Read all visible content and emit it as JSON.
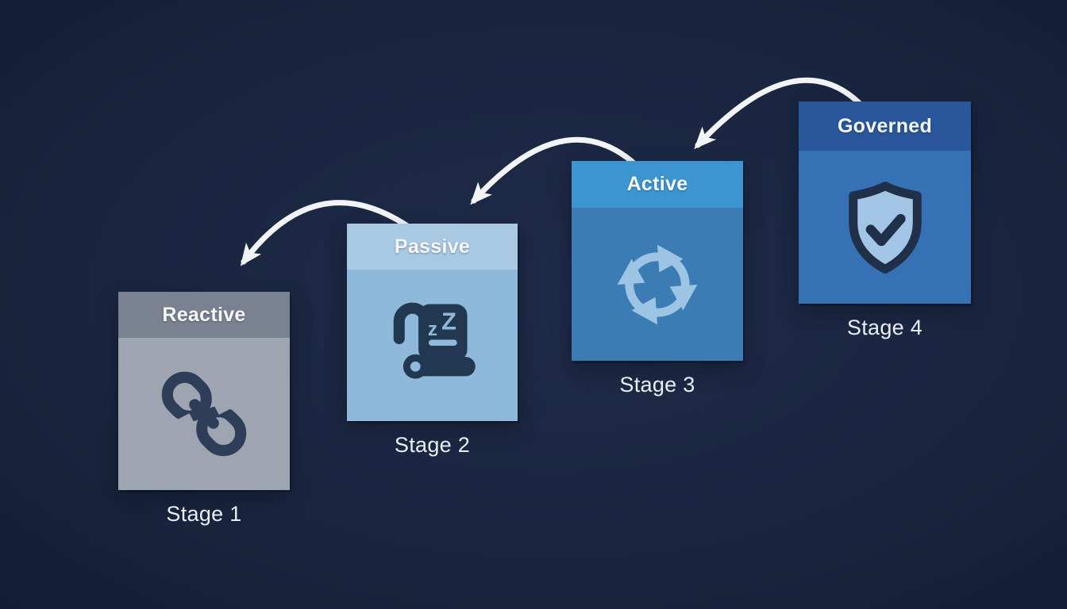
{
  "canvas": {
    "background_color": "#1a2640"
  },
  "arrows": {
    "color": "#f2f4f6",
    "items": [
      {
        "name": "arrow-to-stage-1",
        "from": "Passive",
        "to": "Reactive"
      },
      {
        "name": "arrow-to-stage-2",
        "from": "Active",
        "to": "Passive"
      },
      {
        "name": "arrow-to-stage-3",
        "from": "Governed",
        "to": "Active"
      }
    ]
  },
  "text_colors": {
    "header": "#f6f8fa",
    "stage": "#e9edf3"
  },
  "stages": [
    {
      "label": "Reactive",
      "stage_label": "Stage 1",
      "icon": "broken-chain-icon",
      "colors": {
        "header": "#7a8190",
        "body": "#9ea5b0",
        "icon": "#2e3d58"
      }
    },
    {
      "label": "Passive",
      "stage_label": "Stage 2",
      "icon": "sleeping-scroll-icon",
      "icon_text_small": "z",
      "icon_text_large": "Z",
      "colors": {
        "header": "#a9c8e2",
        "body": "#8fb9da",
        "icon": "#223750"
      }
    },
    {
      "label": "Active",
      "stage_label": "Stage 3",
      "icon": "cycle-arrows-icon",
      "colors": {
        "header": "#3c95d1",
        "body": "#3a7cb3",
        "icon": "#9dc4e2"
      }
    },
    {
      "label": "Governed",
      "stage_label": "Stage 4",
      "icon": "shield-check-icon",
      "colors": {
        "header": "#2a579c",
        "body": "#3670b5",
        "icon": "#1f3048",
        "icon_fill": "#a4c6e6"
      }
    }
  ]
}
